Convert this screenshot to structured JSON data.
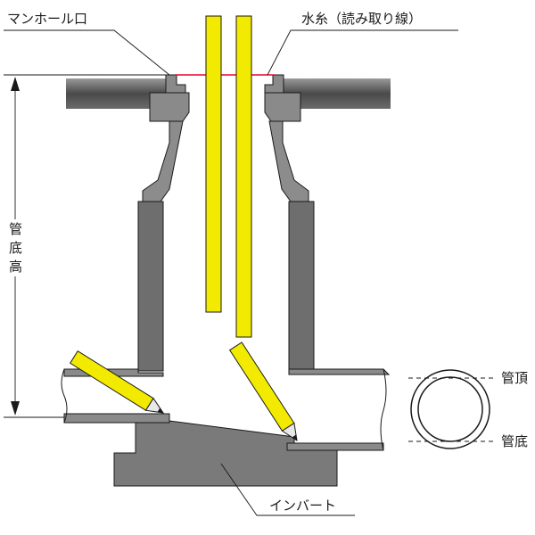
{
  "labels": {
    "manhole_mouth": "マンホール口",
    "water_string": "水糸（読み取り線）",
    "pipe_bottom_height": [
      "管",
      "底",
      "高"
    ],
    "pipe_top": "管頂",
    "pipe_bottom": "管底",
    "invert": "インバート"
  },
  "colors": {
    "concrete_dark": "#6e6e6e",
    "concrete_mid": "#8c8c8c",
    "rod_yellow": "#f2ea00",
    "string_red": "#e8002a",
    "line": "#1a1a1a"
  }
}
